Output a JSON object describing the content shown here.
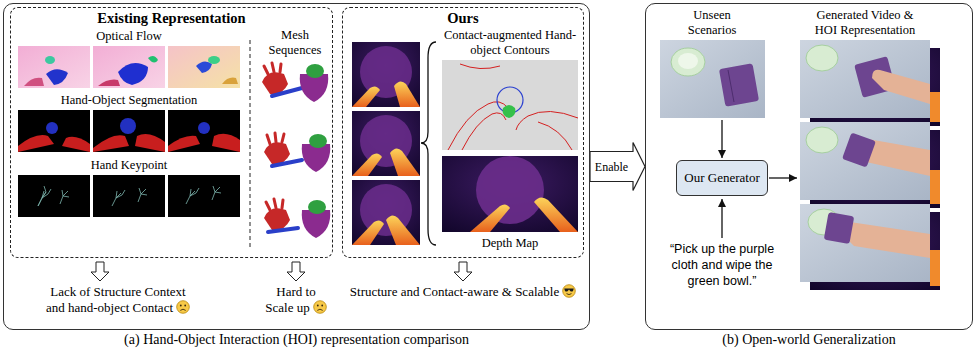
{
  "diagram": {
    "nodes": [
      {
        "text": [
          "(a) Hand-Object Interaction (HOI) representation comparison"
        ]
      },
      {
        "text": [
          "Existing Representation"
        ],
        "in": 0
      },
      {
        "text": [
          "Ours"
        ],
        "in": 0
      },
      {
        "text": [
          "(b) Open-world Generalization"
        ]
      },
      {
        "text": [
          "Our Generator"
        ],
        "in": 3
      }
    ],
    "edges": [
      {
        "from": 0,
        "to": 3,
        "label": "Enable",
        "arrow": "to"
      }
    ],
    "labels": [
      "Optical Flow",
      "Hand-Object Segmentation",
      "Hand Keypoint",
      "Mesh Sequences",
      "Contact-augmented Hand-object Contours",
      "Depth Map",
      "Lack of Structure Context and hand-object Contact",
      "Hard to Scale up",
      "Structure and Contact-aware & Scalable",
      "Unseen Scenarios",
      "Generated Video & HOI Representation",
      "“Pick up the purple cloth and wipe the green bowl.”"
    ]
  }
}
